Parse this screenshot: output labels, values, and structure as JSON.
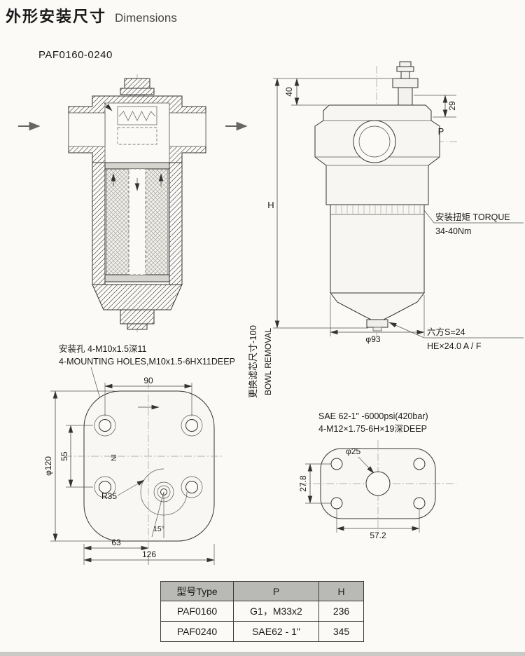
{
  "page": {
    "title_zh": "外形安装尺寸",
    "title_en": "Dimensions",
    "model": "PAF0160-0240"
  },
  "external_view": {
    "dim_40": "40",
    "dim_29": "29",
    "dim_P": "P",
    "dim_H": "H",
    "dim_d93": "φ93",
    "torque_label": "安装扭矩 TORQUE",
    "torque_value": "34-40Nm",
    "hex_label": "六方S=24",
    "hex_sub": "HE×24.0 A / F",
    "bowl_removal_zh": "更换滤芯尺寸-100",
    "bowl_removal_en": "BOWL REMOVAL"
  },
  "bottom_view": {
    "note_zh": "安装孔 4-M10x1.5深11",
    "note_en": "4-MOUNTING HOLES,M10x1.5-6HX11DEEP",
    "dim_90": "90",
    "dim_55": "55",
    "dim_d120": "φ120",
    "mark": "NI",
    "dim_R35": "R35",
    "dim_15": "15°",
    "dim_63": "63",
    "dim_126": "126"
  },
  "sae_view": {
    "note_line1": "SAE 62-1\" -6000psi(420bar)",
    "note_line2": "4-M12×1.75-6H×19深DEEP",
    "dim_d25": "φ25",
    "dim_27_8": "27.8",
    "dim_57_2": "57.2"
  },
  "table": {
    "headers": [
      "型号Type",
      "P",
      "H"
    ],
    "rows": [
      [
        "PAF0160",
        "G1，M33x2",
        "236"
      ],
      [
        "PAF0240",
        "SAE62 - 1\"",
        "345"
      ]
    ]
  }
}
